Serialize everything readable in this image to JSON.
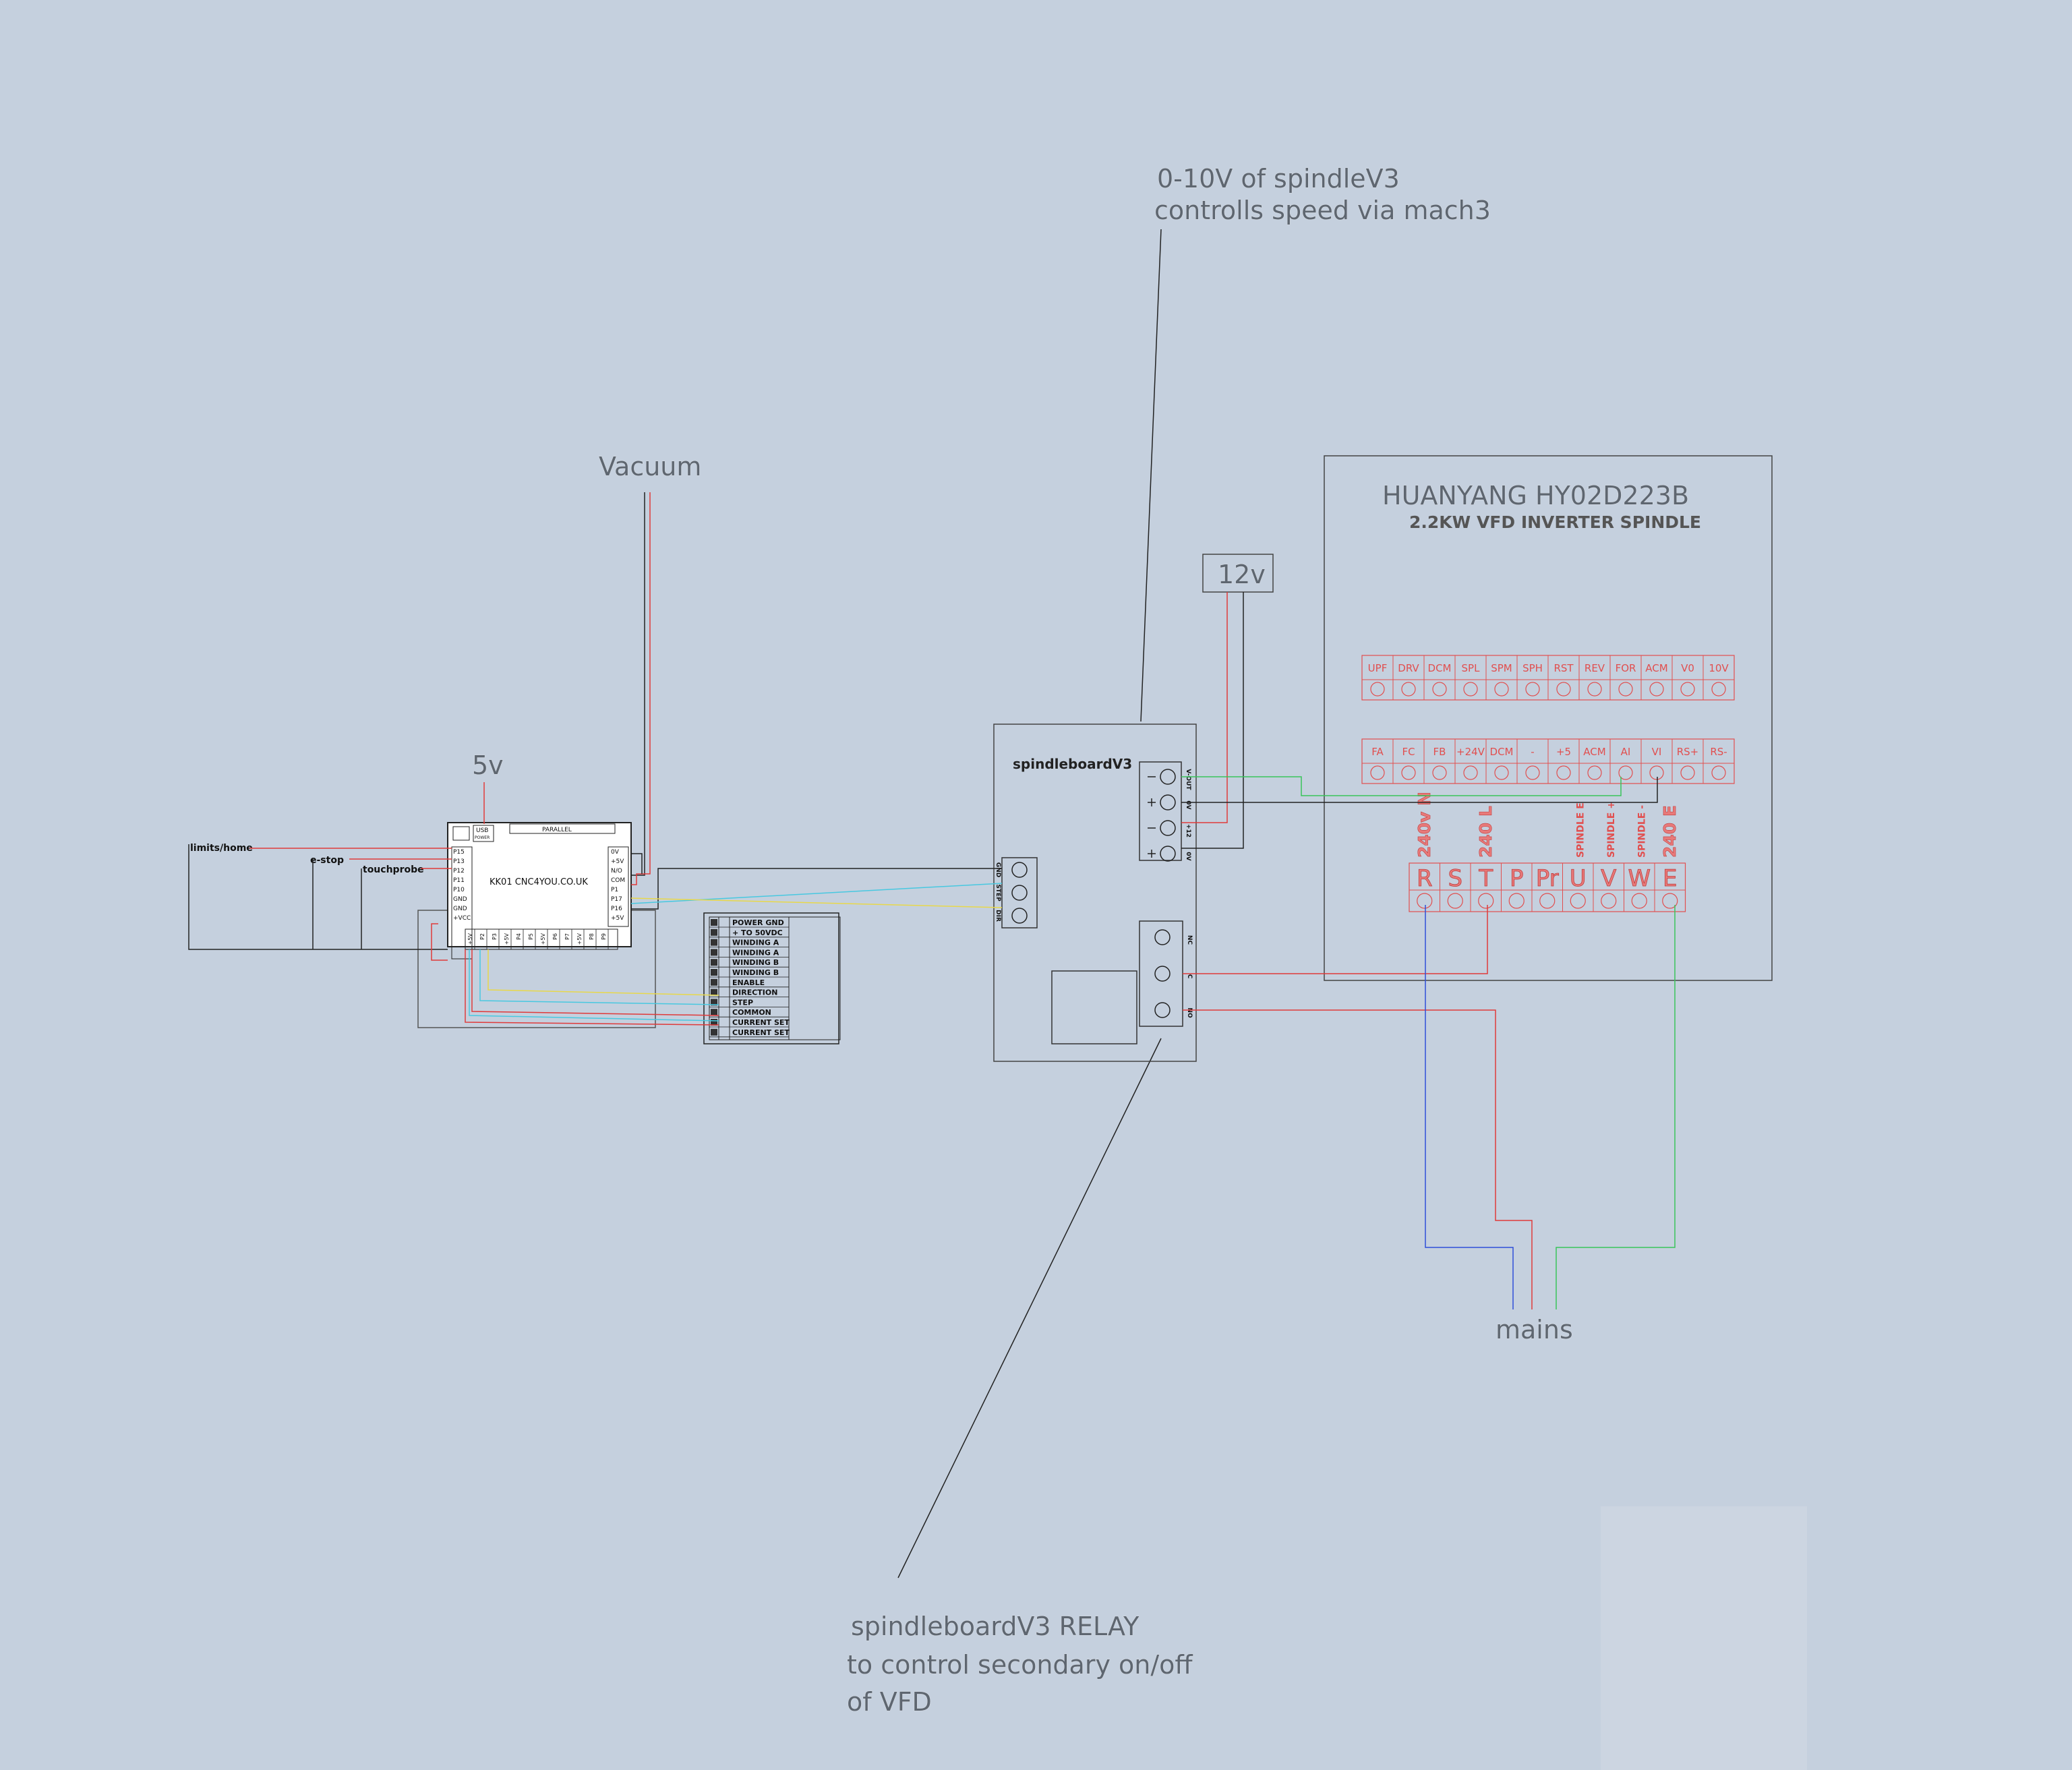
{
  "annotations": {
    "v010_line1": "0-10V of spindleV3",
    "v010_line2": "controlls speed via mach3",
    "vacuum": "Vacuum",
    "five_v": "5v",
    "twelve_v": "12v",
    "mains": "mains",
    "relay_line1": "spindleboardV3 RELAY",
    "relay_line2": "to control secondary on/off",
    "relay_line3": "of VFD"
  },
  "vfd": {
    "title": "HUANYANG HY02D223B",
    "subtitle": "2.2KW VFD INVERTER SPINDLE",
    "row1": [
      "UPF",
      "DRV",
      "DCM",
      "SPL",
      "SPM",
      "SPH",
      "RST",
      "REV",
      "FOR",
      "ACM",
      "V0",
      "10V"
    ],
    "row2": [
      "FA",
      "FC",
      "FB",
      "+24V",
      "DCM",
      "-",
      "+5",
      "ACM",
      "AI",
      "VI",
      "RS+",
      "RS-"
    ],
    "power_terminals": [
      "R",
      "S",
      "T",
      "P",
      "Pr",
      "U",
      "V",
      "W",
      "E"
    ],
    "power_labels": [
      "240v N",
      "240 L",
      "SPINDLE E",
      "SPINDLE +",
      "SPINDLE -",
      "240 E"
    ]
  },
  "spindleboard": {
    "title": "spindleboardV3",
    "right_terms": [
      "V-OUT",
      "0V",
      "+12",
      "0V"
    ],
    "left_terms": [
      "GND",
      "STEP",
      "DIR"
    ],
    "relay_terms": [
      "NC",
      "C",
      "NO"
    ]
  },
  "kk01": {
    "label": "KK01 CNC4YOU.CO.UK",
    "usb": "USB",
    "usb_sub": "POWER",
    "parallel": "PARALLEL",
    "left_pins": [
      "P15",
      "P13",
      "P12",
      "P11",
      "P10",
      "GND",
      "GND",
      "+VCC"
    ],
    "right_pins": [
      "0V",
      "+5V",
      "N/O",
      "COM",
      "P1",
      "P17",
      "P16",
      "+5V"
    ],
    "bottom_pins": [
      "+5V",
      "P2",
      "P3",
      "+5V",
      "P4",
      "P5",
      "+5V",
      "P6",
      "P7",
      "+5V",
      "P8",
      "P9"
    ]
  },
  "inputs": {
    "limits": "limits/home",
    "estop": "e-stop",
    "probe": "touchprobe"
  },
  "stepper_driver": {
    "rows": [
      "POWER GND",
      "+ TO 50VDC",
      "WINDING A",
      "WINDING A",
      "WINDING B",
      "WINDING B",
      "ENABLE",
      "DIRECTION",
      "STEP",
      "COMMON",
      "CURRENT SET",
      "CURRENT SET"
    ]
  },
  "colors": {
    "background": "#c5d0de",
    "wire_red": "#e03a3a",
    "wire_green": "#39c45a",
    "wire_blue": "#2f4fd8",
    "wire_yellow": "#e8d84a",
    "wire_cyan": "#48c8e0",
    "vfd_terminal": "#e14f4f"
  }
}
